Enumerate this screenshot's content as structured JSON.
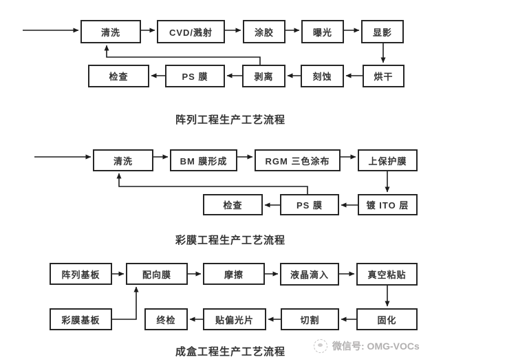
{
  "flows": [
    {
      "title": "阵列工程生产工艺流程",
      "nodes": [
        {
          "label": "清洗"
        },
        {
          "label": "CVD/溅射"
        },
        {
          "label": "涂胶"
        },
        {
          "label": "曝光"
        },
        {
          "label": "显影"
        },
        {
          "label": "烘干"
        },
        {
          "label": "刻蚀"
        },
        {
          "label": "剥离"
        },
        {
          "label": "PS 膜"
        },
        {
          "label": "检查"
        }
      ],
      "edges": [
        "开始 → 清洗",
        "清洗 → CVD/溅射",
        "CVD/溅射 → 涂胶",
        "涂胶 → 曝光",
        "曝光 → 显影",
        "显影 → 烘干",
        "烘干 → 刻蚀",
        "刻蚀 → 剥离",
        "剥离 → PS 膜",
        "PS 膜 → 检查",
        "剥离 → 清洗 (返回线)"
      ]
    },
    {
      "title": "彩膜工程生产工艺流程",
      "nodes": [
        {
          "label": "清洗"
        },
        {
          "label": "BM 膜形成"
        },
        {
          "label": "RGM 三色涂布"
        },
        {
          "label": "上保护膜"
        },
        {
          "label": "镀 ITO 层"
        },
        {
          "label": "PS 膜"
        },
        {
          "label": "检查"
        }
      ],
      "edges": [
        "开始 → 清洗",
        "清洗 → BM 膜形成",
        "BM 膜形成 → RGM 三色涂布",
        "RGM 三色涂布 → 上保护膜",
        "上保护膜 → 镀 ITO 层",
        "镀 ITO 层 → PS 膜",
        "PS 膜 → 检查",
        "PS 膜 → 清洗 (返回线)"
      ]
    },
    {
      "title": "成盒工程生产工艺流程",
      "nodes": [
        {
          "label": "阵列基板"
        },
        {
          "label": "配向膜"
        },
        {
          "label": "摩擦"
        },
        {
          "label": "液晶滴入"
        },
        {
          "label": "真空粘贴"
        },
        {
          "label": "彩膜基板"
        },
        {
          "label": "终检"
        },
        {
          "label": "贴偏光片"
        },
        {
          "label": "切割"
        },
        {
          "label": "固化"
        }
      ],
      "edges": [
        "阵列基板 → 配向膜",
        "彩膜基板 → 配向膜",
        "配向膜 → 摩擦",
        "摩擦 → 液晶滴入",
        "液晶滴入 → 真空粘贴",
        "真空粘贴 → 固化",
        "固化 → 切割",
        "切割 → 贴偏光片",
        "贴偏光片 → 终检"
      ]
    }
  ],
  "watermark": {
    "icon": "wechat-badge-icon",
    "text": "微信号: OMG-VOCs"
  },
  "colors": {
    "background": "#ffffff",
    "line": "#1c1c1c",
    "box_border": "#262626",
    "text": "#333333",
    "watermark": "#b2b0b0"
  }
}
